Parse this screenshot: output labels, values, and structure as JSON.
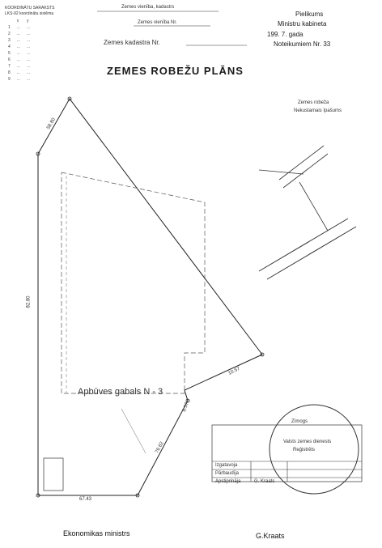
{
  "doc": {
    "title": "ZEMES ROBEŽU PLĀNS",
    "cadastre_label": "Zemes kadastra Nr.",
    "top_labels": {
      "line1": "Zemes vienība, kadastrs",
      "line2": "Zemes vienība  Nr.",
      "line3": "Pielikums",
      "line4": "Ministru kabineta",
      "line5": "199. 7. gada",
      "line6": "Noteikumiem  Nr. 33"
    },
    "coord_header": {
      "line1": "KOORDINĀTU SARAKSTS",
      "line2": "LKS-92 koordinātu sistēma"
    },
    "coord_cols": [
      "x",
      "y"
    ],
    "coord_rows": [
      [
        "1",
        "...",
        "..."
      ],
      [
        "2",
        "...",
        "..."
      ],
      [
        "3",
        "...",
        "..."
      ],
      [
        "4",
        "...",
        "..."
      ],
      [
        "5",
        "...",
        "..."
      ],
      [
        "6",
        "...",
        "..."
      ],
      [
        "7",
        "...",
        "..."
      ],
      [
        "8",
        "...",
        "..."
      ],
      [
        "9",
        "...",
        "..."
      ]
    ],
    "legend": {
      "line1": "Zemes robeža",
      "line2": "Nekustamais īpašums"
    },
    "plot_label": "Apbūves gabals  N - 3",
    "dimensions": {
      "left": "82.80",
      "top_diag": "58.80",
      "bottom": "67.43",
      "bottom_right": "76.62",
      "short1": "10.57",
      "short2": "8.57"
    },
    "stamp": {
      "line1": "Zīmogs",
      "line2": "Valsts zemes dienests",
      "line3": "Reģistrēts"
    },
    "table": {
      "rows": [
        [
          "Izgatavoja",
          "",
          ""
        ],
        [
          "Pārbaudīja",
          "",
          ""
        ],
        [
          "Apstiprināja",
          "G. Kraats",
          ""
        ]
      ]
    },
    "signatures": {
      "left": "Ekonomikas ministrs",
      "right": "G.Kraats"
    }
  }
}
